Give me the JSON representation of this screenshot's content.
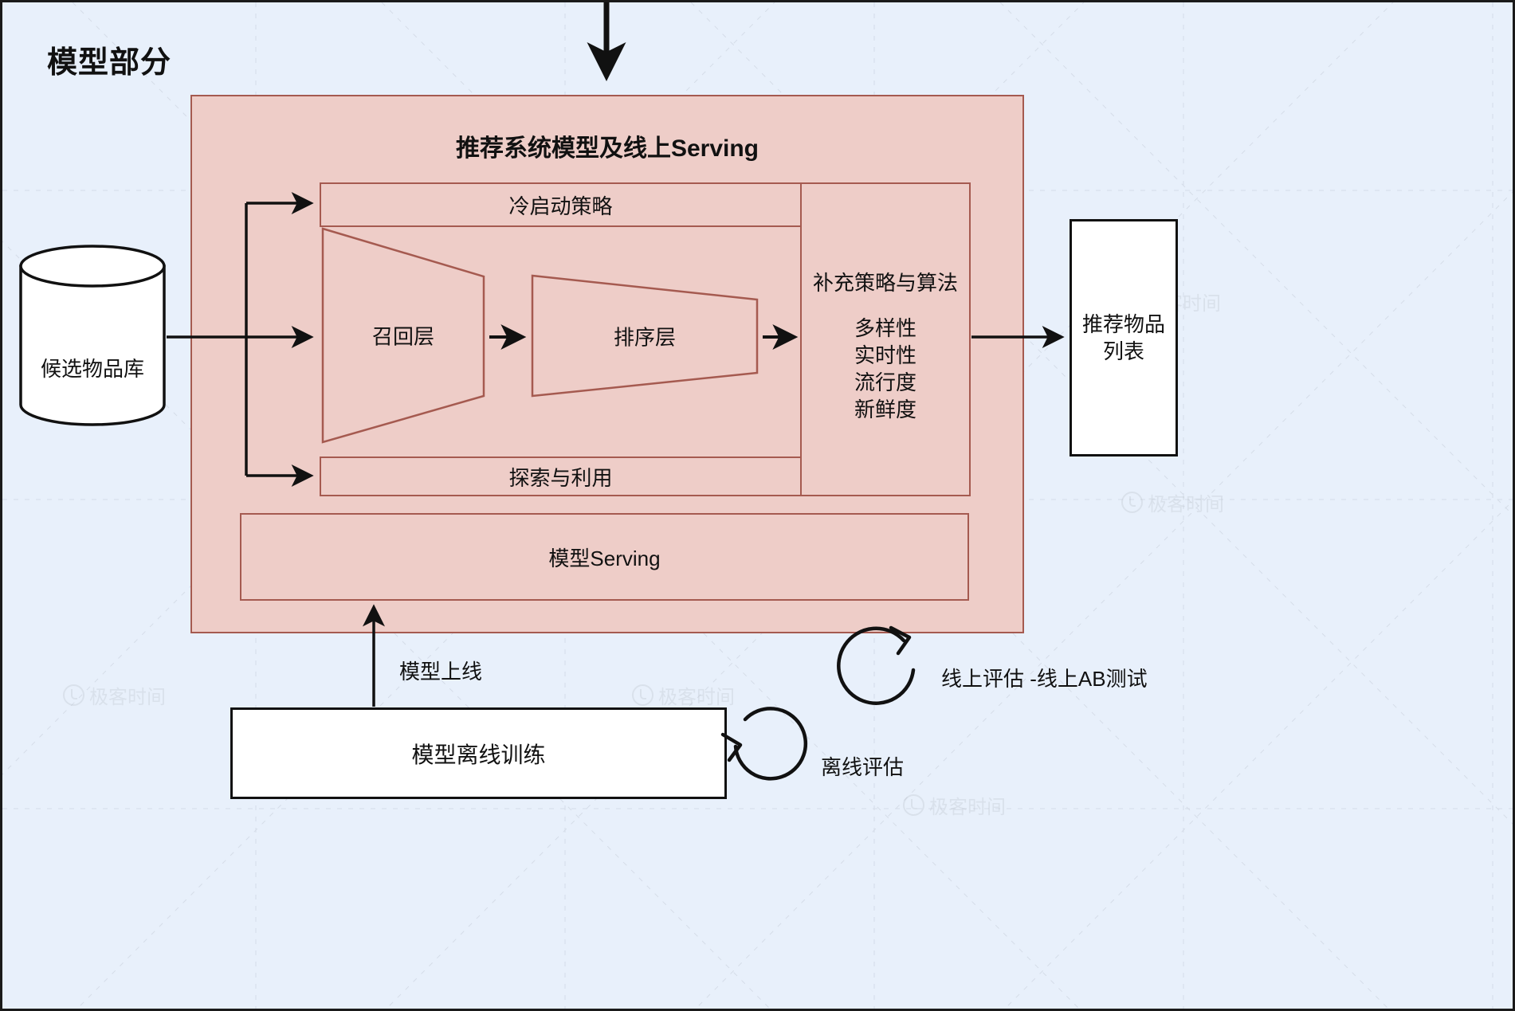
{
  "page": {
    "title": "模型部分",
    "background_color": "#e8f0fb",
    "watermark_text": "极客时间"
  },
  "model_container": {
    "title": "推荐系统模型及线上Serving",
    "fill_color": "#eecdc8",
    "stroke_color": "#a55a50"
  },
  "nodes": {
    "candidate_db": {
      "label": "候选物品库",
      "shape": "cylinder"
    },
    "cold_start": {
      "label": "冷启动策略",
      "shape": "rect"
    },
    "recall_layer": {
      "label": "召回层",
      "shape": "trapezoid"
    },
    "rank_layer": {
      "label": "排序层",
      "shape": "trapezoid"
    },
    "explore_exploit": {
      "label": "探索与利用",
      "shape": "rect"
    },
    "supplement": {
      "title": "补充策略与算法",
      "items": [
        "多样性",
        "实时性",
        "流行度",
        "新鲜度"
      ],
      "items_text": "多样性\n实时性\n流行度\n新鲜度",
      "shape": "rect"
    },
    "model_serving": {
      "label": "模型Serving",
      "shape": "rect"
    },
    "output_list": {
      "label": "推荐物品\n列表",
      "shape": "rect"
    },
    "offline_training": {
      "label": "模型离线训练",
      "shape": "rect"
    }
  },
  "labels": {
    "deploy": "模型上线",
    "online_eval": "线上评估 -线上AB测试",
    "offline_eval": "离线评估"
  },
  "icons": {
    "loop_online": "refresh-loop-icon",
    "loop_offline": "refresh-loop-icon",
    "database": "database-cylinder-icon"
  }
}
